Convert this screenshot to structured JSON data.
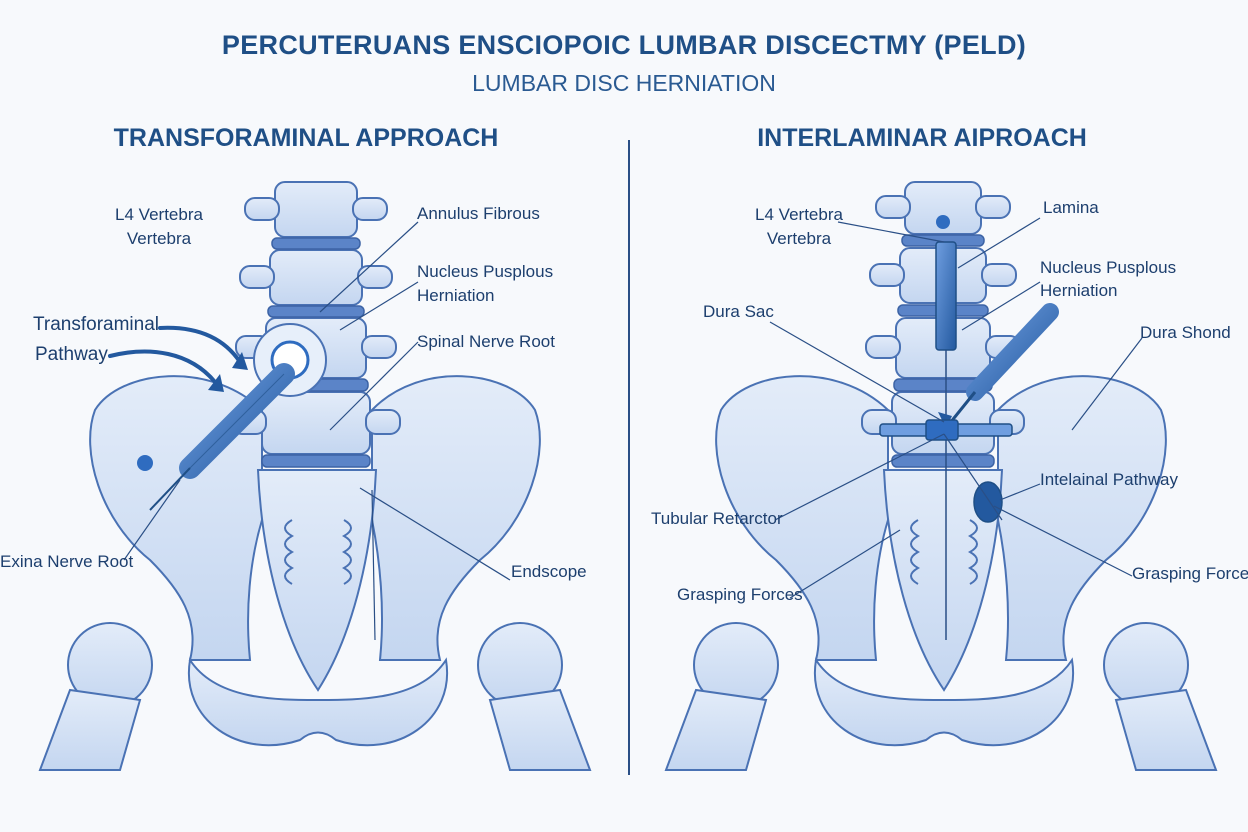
{
  "header": {
    "title": "PERCUTERUANS ENSCIOPOIC LUMBAR DISCECTMY (PELD)",
    "subtitle": "LUMBAR DISC HERNIATION"
  },
  "left_panel": {
    "title": "TRANSFORAMINAL APPROACH",
    "labels": {
      "l4_vertebra": "L4 Vertebra",
      "vertebra": "Vertebra",
      "annulus_fibrous": "Annulus Fibrous",
      "nucleus_pusplous": "Nucleus Pusplous",
      "herniation": "Herniation",
      "transforaminal": "Transforaminal",
      "pathway": "Pathway",
      "spinal_nerve_root": "Spinal Nerve Root",
      "exina_nerve_root": "Exina Nerve Root",
      "endscope": "Endscope"
    }
  },
  "right_panel": {
    "title": "INTERLAMINAR AIPROACH",
    "labels": {
      "l4_vertebra": "L4 Vertebra",
      "vertebra": "Vertebra",
      "lamina": "Lamina",
      "nucleus_pusplous": "Nucleus Pusplous",
      "herniation": "Herniation",
      "dura_sac": "Dura Sac",
      "dura_shond": "Dura Shond",
      "intelainal_pathway": "Intelainal Pathway",
      "tubular_retarctor": "Tubular Retarctor",
      "grasping_forces_left": "Grasping Forces",
      "grasping_forces_right": "Grasping Forces"
    }
  },
  "colors": {
    "bone_fill": "#d3e1f5",
    "bone_stroke": "#4a72b4",
    "disc": "#5b84c8",
    "instrument": "#2f6cc0",
    "text": "#1d3f6e",
    "divider": "#2a4f86"
  }
}
